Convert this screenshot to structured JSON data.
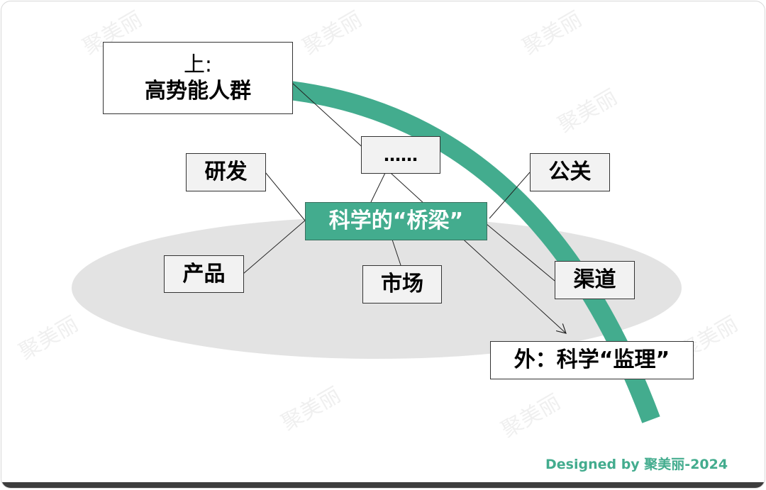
{
  "colors": {
    "accent": "#43ac8e",
    "ellipse": "#e3e3e3",
    "box": "#f2f2f2"
  },
  "watermark": "聚美丽",
  "boxes": {
    "top_line1": "上:",
    "top_line2": "高势能人群",
    "rd": "研发",
    "more": "……",
    "pr": "公关",
    "center": "科学的“桥梁”",
    "product": "产品",
    "market": "市场",
    "channel": "渠道",
    "outer": "外：科学“监理”"
  },
  "footer": "Designed by 聚美丽-2024"
}
